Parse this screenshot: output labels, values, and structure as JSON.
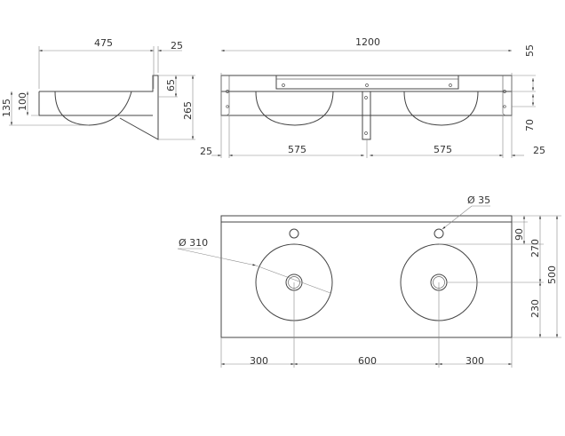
{
  "side_view": {
    "width": "475",
    "wall_gap": "25",
    "rim_height": "65",
    "total_height": "265",
    "bowl_depth": "100",
    "overall_depth": "135",
    "bottom_offset": "25"
  },
  "front_view": {
    "total_width": "1200",
    "left_center": "575",
    "right_center": "575",
    "side_offset": "25",
    "top_offset": "55",
    "hole_spacing": "70"
  },
  "plan_view": {
    "left_margin": "300",
    "center_spacing": "600",
    "right_margin": "300",
    "tap_offset": "90",
    "tap_to_center": "270",
    "depth": "500",
    "center_to_front": "230",
    "basin_diameter": "Ø 310",
    "tap_hole_diameter": "Ø 35"
  }
}
